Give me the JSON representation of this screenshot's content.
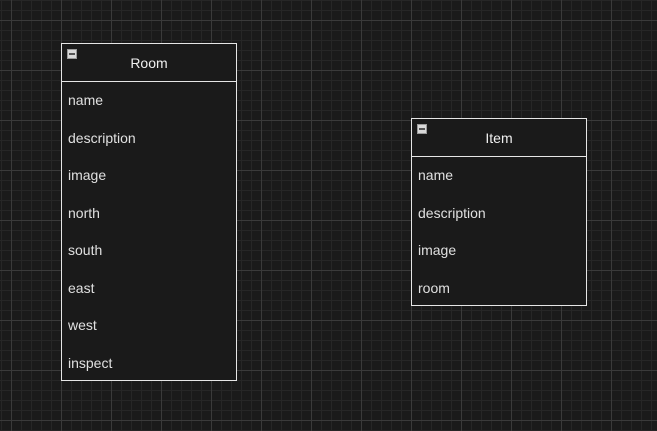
{
  "room": {
    "title": "Room",
    "attributes": [
      "name",
      "description",
      "image",
      "north",
      "south",
      "east",
      "west",
      "inspect"
    ]
  },
  "item": {
    "title": "Item",
    "attributes": [
      "name",
      "description",
      "image",
      "room"
    ]
  },
  "icons": {
    "collapse": "collapse-minus-icon"
  },
  "colors": {
    "background": "#1a1a1a",
    "stroke": "#e6e6e6",
    "text": "#e0e0e0"
  }
}
